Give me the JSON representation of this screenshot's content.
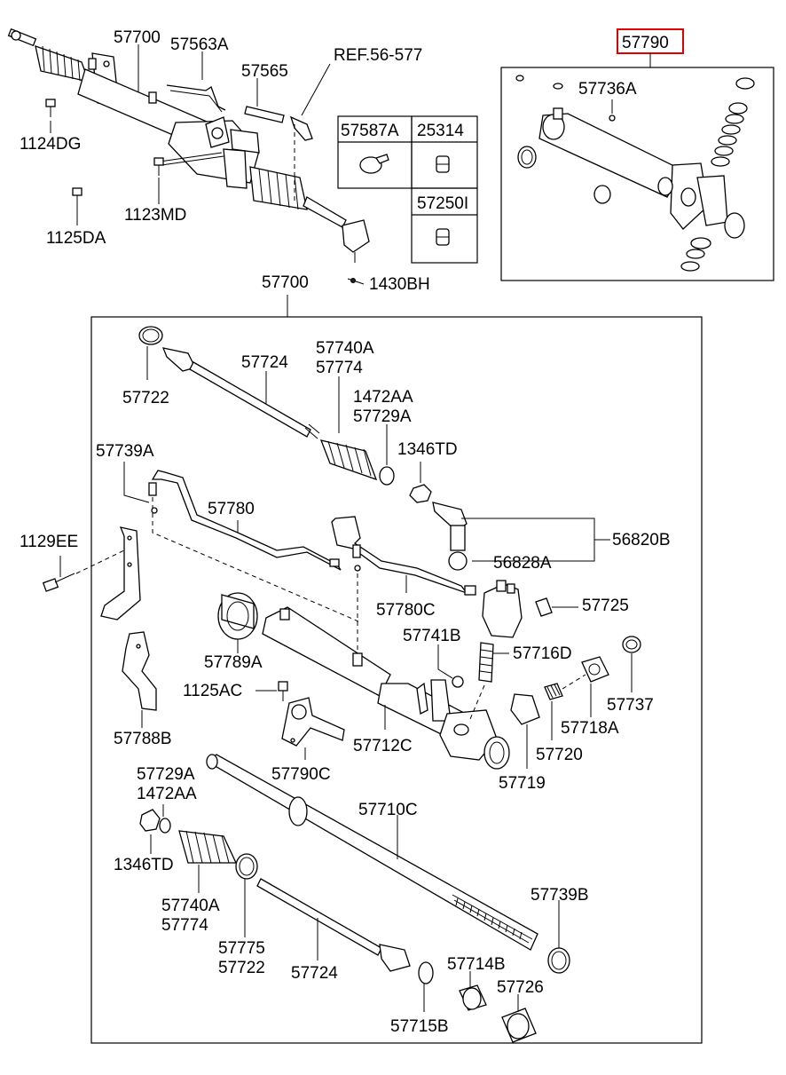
{
  "labels": {
    "top_57700": "57700",
    "top_57563A": "57563A",
    "top_ref": "REF.56-577",
    "top_57565": "57565",
    "top_1124DG": "1124DG",
    "top_1123MD": "1123MD",
    "top_1125DA": "1125DA",
    "top_1430BH": "1430BH",
    "box_57587A": "57587A",
    "box_25314": "25314",
    "box_57250I": "57250I",
    "kit_57790": "57790",
    "kit_57736A": "57736A",
    "main_57700": "57700",
    "p_57722a": "57722",
    "p_57724a": "57724",
    "p_57740Aa": "57740A",
    "p_57774a": "57774",
    "p_1472AAa": "1472AA",
    "p_57729Aa": "57729A",
    "p_1346TDa": "1346TD",
    "p_57739A": "57739A",
    "p_57780": "57780",
    "p_56820B": "56820B",
    "p_56828A": "56828A",
    "p_1129EE": "1129EE",
    "p_57780C": "57780C",
    "p_57725": "57725",
    "p_57789A": "57789A",
    "p_57741B": "57741B",
    "p_57716D": "57716D",
    "p_1125AC": "1125AC",
    "p_57737": "57737",
    "p_57718A": "57718A",
    "p_57788B": "57788B",
    "p_57712C": "57712C",
    "p_57720": "57720",
    "p_57790C": "57790C",
    "p_57719": "57719",
    "p_57729Ab": "57729A",
    "p_1472AAb": "1472AA",
    "p_57710C": "57710C",
    "p_1346TDb": "1346TD",
    "p_57739B": "57739B",
    "p_57740Ab": "57740A",
    "p_57774b": "57774",
    "p_57775": "57775",
    "p_57722b": "57722",
    "p_57724b": "57724",
    "p_57714B": "57714B",
    "p_57726": "57726",
    "p_57715B": "57715B"
  },
  "highlight_color": "#e00000"
}
